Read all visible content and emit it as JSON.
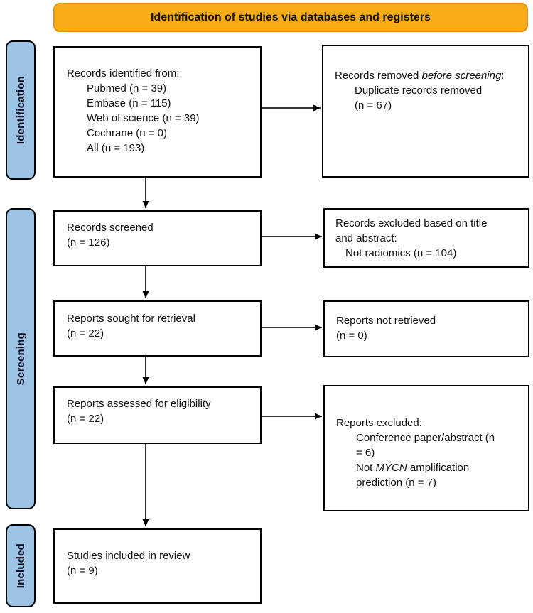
{
  "banner": {
    "title": "Identification of studies via databases and registers"
  },
  "colors": {
    "banner_bg": "#F7AC15",
    "banner_border": "#DD9626",
    "stage_bg": "#9DC3E6"
  },
  "stages": {
    "identification": "Identification",
    "screening": "Screening",
    "included": "Included"
  },
  "boxes": {
    "records_identified": {
      "title": "Records identified from:",
      "items": [
        "Pubmed (n = 39)",
        "Embase (n = 115)",
        "Web of science (n = 39)",
        "Cochrane (n = 0)",
        "All (n = 193)"
      ]
    },
    "records_removed": {
      "title_prefix": "Records removed ",
      "title_italic": "before screening",
      "title_suffix": ":",
      "item": "Duplicate records removed (n = 67)"
    },
    "records_screened": {
      "line1": "Records screened",
      "line2": "(n = 126)"
    },
    "records_excluded": {
      "title": "Records excluded based on title and abstract:",
      "item": "Not radiomics (n = 104)"
    },
    "reports_sought": {
      "line1": "Reports sought for retrieval",
      "line2": "(n = 22)"
    },
    "reports_not_retrieved": {
      "line1": "Reports not retrieved",
      "line2": "(n = 0)"
    },
    "reports_assessed": {
      "line1": "Reports assessed for eligibility",
      "line2": "(n = 22)"
    },
    "reports_excluded": {
      "title": "Reports excluded:",
      "item1": "Conference paper/abstract (n = 6)",
      "item2_prefix": "Not ",
      "item2_italic": "MYCN",
      "item2_suffix": " amplification prediction (n = 7)"
    },
    "studies_included": {
      "line1": "Studies included in review",
      "line2": "(n = 9)"
    }
  }
}
